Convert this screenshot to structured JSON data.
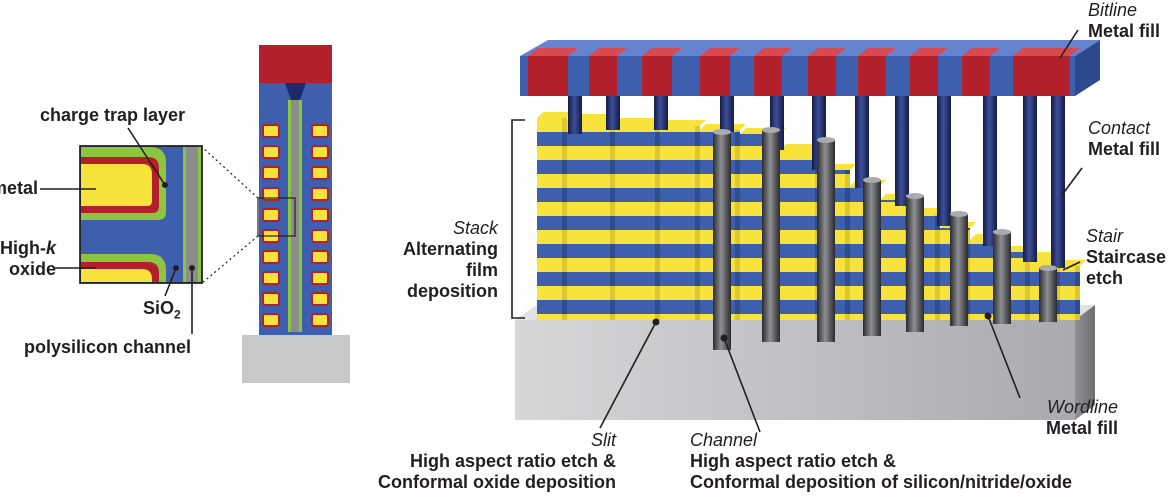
{
  "inset": {
    "charge_trap_layer": "charge trap layer",
    "metal": "metal",
    "high_k_prefix": "High-",
    "high_k_k": "k",
    "oxide": "oxide",
    "sio2_base": "SiO",
    "sio2_sub": "2",
    "polysilicon_channel": "polysilicon channel"
  },
  "main": {
    "bitline_title": "Bitline",
    "bitline_sub": "Metal fill",
    "contact_title": "Contact",
    "contact_sub": "Metal fill",
    "stair_title": "Stair",
    "stair_sub1": "Staircase",
    "stair_sub2": "etch",
    "stack_title": "Stack",
    "stack_sub1": "Alternating",
    "stack_sub2": "film",
    "stack_sub3": "deposition",
    "wordline_title": "Wordline",
    "wordline_sub": "Metal fill",
    "slit_title": "Slit",
    "slit_sub1": "High aspect ratio etch &",
    "slit_sub2": "Conformal oxide deposition",
    "channel_title": "Channel",
    "channel_sub1": "High aspect ratio etch &",
    "channel_sub2": "Conformal deposition of silicon/nitride/oxide"
  },
  "colors": {
    "blue": "#3d5fae",
    "yellow": "#f7e33b",
    "red": "#b3202c",
    "green": "#8cc63f",
    "gray": "#8a8c8e",
    "navy": "#1d2a6b",
    "substrate": "#c8c9cb"
  }
}
